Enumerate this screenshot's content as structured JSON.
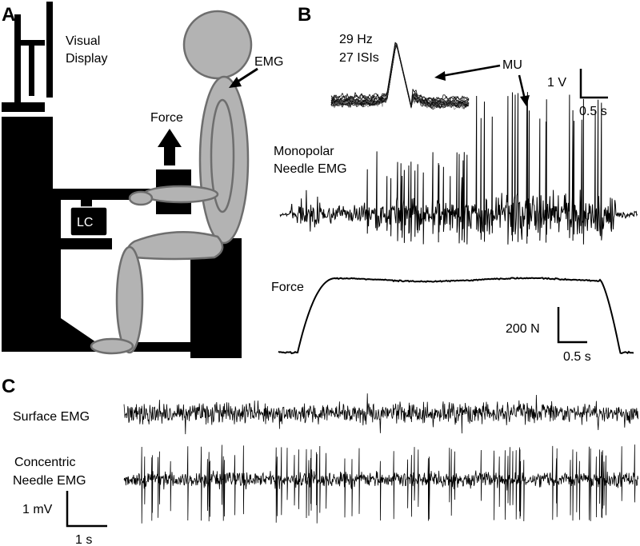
{
  "panels": {
    "a": "A",
    "b": "B",
    "c": "C"
  },
  "panel_a": {
    "visual_display": [
      "Visual",
      "Display"
    ],
    "emg": "EMG",
    "force": "Force",
    "lc": "LC"
  },
  "panel_b": {
    "rate": "29 Hz",
    "isis": "27 ISIs",
    "mu": "MU",
    "monopolar": [
      "Monopolar",
      "Needle EMG"
    ],
    "force": "Force",
    "emg_scale_v": "1 V",
    "emg_scale_t": "0.5 s",
    "force_scale_n": "200 N",
    "force_scale_t": "0.5 s"
  },
  "panel_c": {
    "surface": "Surface EMG",
    "concentric": [
      "Concentric",
      "Needle EMG"
    ],
    "scale_v": "1 mV",
    "scale_t": "1 s"
  },
  "colors": {
    "ink": "#000000",
    "figure": "#b3b3b3",
    "figure_edge": "#6e6e6e",
    "overlay": "#777777"
  }
}
